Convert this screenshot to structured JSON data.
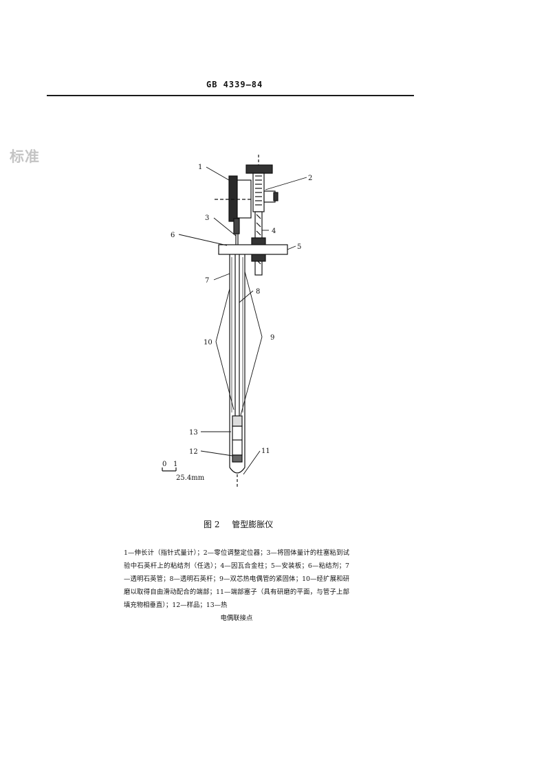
{
  "header": {
    "standard_code": "GB 4339—84"
  },
  "watermark": {
    "text": "标准"
  },
  "figure": {
    "number": "图 2",
    "title": "管型膨胀仪",
    "callouts": [
      "1",
      "2",
      "3",
      "4",
      "5",
      "6",
      "7",
      "8",
      "9",
      "10",
      "11",
      "12",
      "13"
    ],
    "scale": {
      "tick_start": "0",
      "tick_end": "1",
      "length": "25.4mm"
    }
  },
  "legend": {
    "text": "1—伸长计（指针式量计）；2—零位调整定位器；3—将固体量计的柱塞粘到试验中石英杆上的粘结剂（任选）；4—因瓦合金柱；5—安装板；6—粘结剂；7—透明石英管；8—透明石英杆；9—双芯热电偶管的紧固体；10—经扩展和研磨以取得自由滑动配合的端部；11—端部塞子（具有研磨的平面，与管子上部填充物相垂直）；12—样品；13—热",
    "last_line": "电偶联接点"
  },
  "colors": {
    "ink": "#111111",
    "watermark": "#c4c4c4"
  }
}
